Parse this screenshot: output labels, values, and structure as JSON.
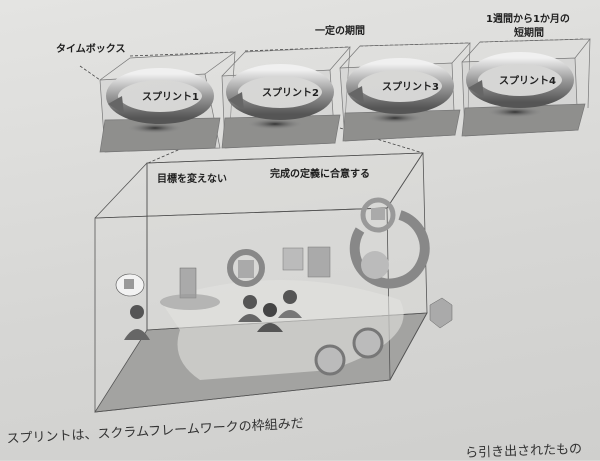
{
  "top_labels": {
    "timebox": "タイムボックス",
    "fixed_period": "一定の期間",
    "short_period_line1": "1週間から1か月の",
    "short_period_line2": "短期間"
  },
  "sprints": [
    "スプリント1",
    "スプリント2",
    "スプリント3",
    "スプリント4"
  ],
  "detail_labels": {
    "no_goal_change": "目標を変えない",
    "agree_done": "完成の定義に合意する"
  },
  "caption": "スプリントは、スクラムフレームワークの枠組みだ",
  "partial_text": "ら引き出されたもの"
}
